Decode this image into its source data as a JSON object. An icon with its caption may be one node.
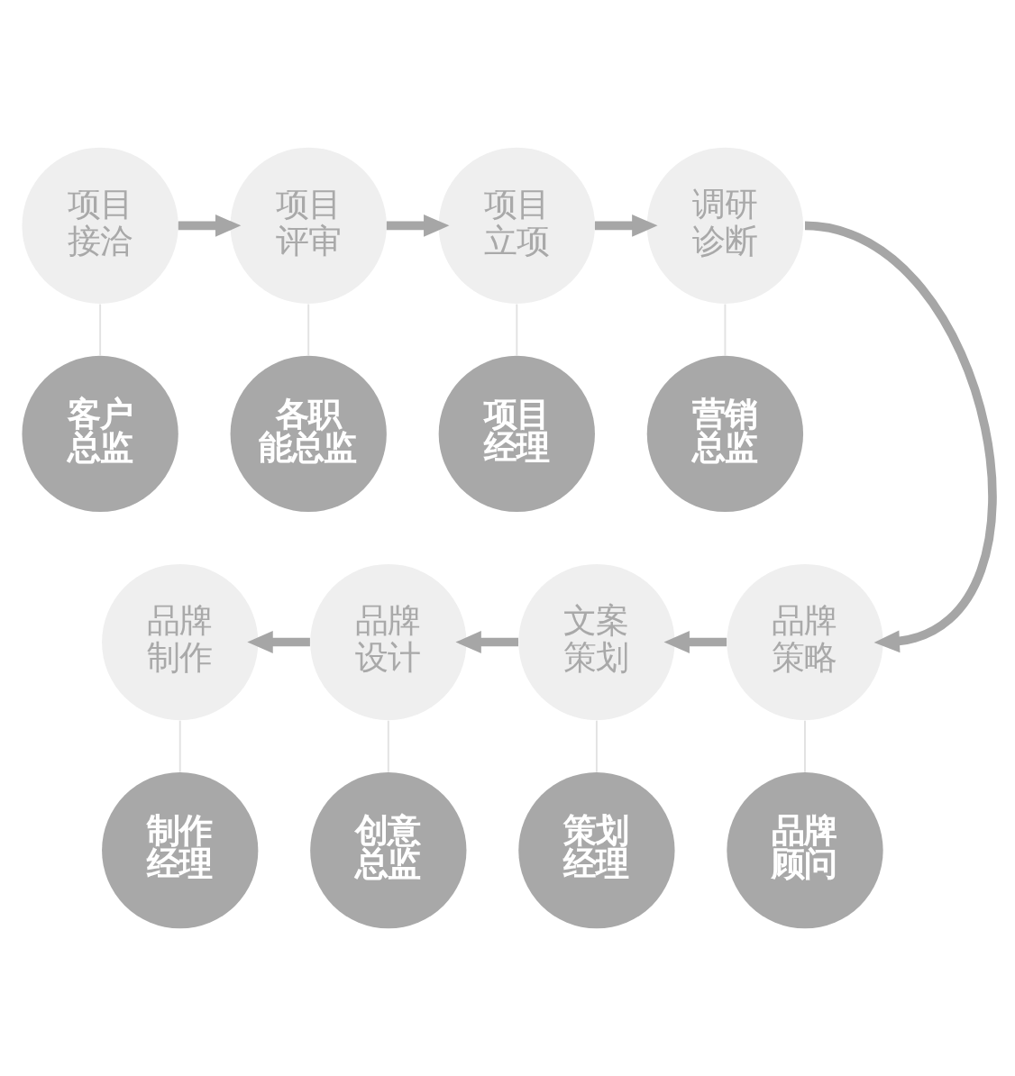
{
  "diagram": {
    "nodes": [
      {
        "text": [
          "项目接洽"
        ]
      },
      {
        "text": [
          "项目评审"
        ]
      },
      {
        "text": [
          "项目立项"
        ]
      },
      {
        "text": [
          "调研诊断"
        ]
      },
      {
        "text": [
          "客户总监"
        ]
      },
      {
        "text": [
          "各职能总监"
        ]
      },
      {
        "text": [
          "项目经理"
        ]
      },
      {
        "text": [
          "营销总监"
        ]
      },
      {
        "text": [
          "品牌制作"
        ]
      },
      {
        "text": [
          "品牌设计"
        ]
      },
      {
        "text": [
          "文案策划"
        ]
      },
      {
        "text": [
          "品牌策略"
        ]
      },
      {
        "text": [
          "制作经理"
        ]
      },
      {
        "text": [
          "创意总监"
        ]
      },
      {
        "text": [
          "策划经理"
        ]
      },
      {
        "text": [
          "品牌顾问"
        ]
      }
    ],
    "edges": [
      {
        "from": 0,
        "to": 1,
        "arrow": "to",
        "style": "thick",
        "color": "#a6a6a6"
      },
      {
        "from": 1,
        "to": 2,
        "arrow": "to",
        "style": "thick",
        "color": "#a6a6a6"
      },
      {
        "from": 2,
        "to": 3,
        "arrow": "to",
        "style": "thick",
        "color": "#a6a6a6"
      },
      {
        "from": 3,
        "to": 11,
        "arrow": "to",
        "style": "thick",
        "color": "#a6a6a6"
      },
      {
        "from": 11,
        "to": 10,
        "arrow": "to",
        "style": "thick",
        "color": "#a6a6a6"
      },
      {
        "from": 10,
        "to": 9,
        "arrow": "to",
        "style": "thick",
        "color": "#a6a6a6"
      },
      {
        "from": 9,
        "to": 8,
        "arrow": "to",
        "style": "thick",
        "color": "#a6a6a6"
      },
      {
        "from": 0,
        "to": 4,
        "arrow": "none"
      },
      {
        "from": 1,
        "to": 5,
        "arrow": "none"
      },
      {
        "from": 2,
        "to": 6,
        "arrow": "none"
      },
      {
        "from": 3,
        "to": 7,
        "arrow": "none"
      },
      {
        "from": 8,
        "to": 12,
        "arrow": "none"
      },
      {
        "from": 9,
        "to": 13,
        "arrow": "none"
      },
      {
        "from": 10,
        "to": 14,
        "arrow": "none"
      },
      {
        "from": 11,
        "to": 15,
        "arrow": "none"
      }
    ]
  }
}
